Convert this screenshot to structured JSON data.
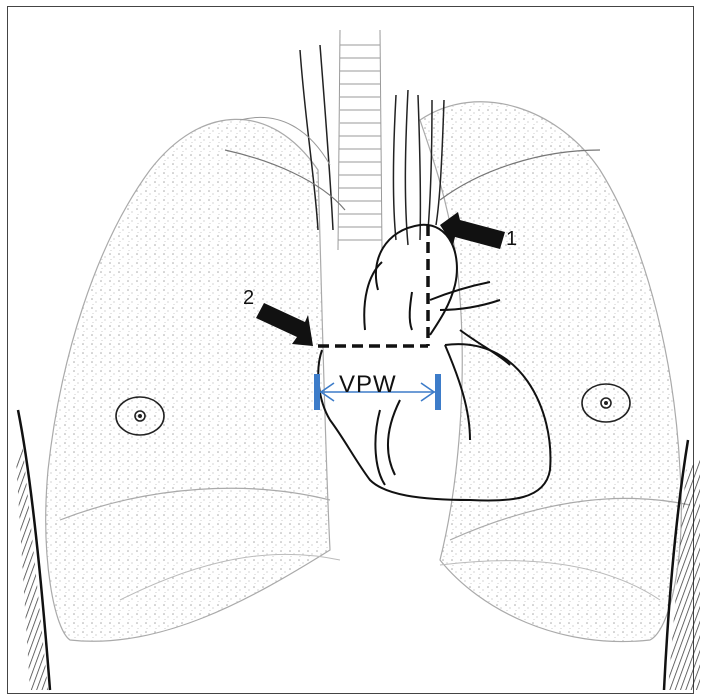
{
  "figure": {
    "labels": {
      "arrow_1": "1",
      "arrow_2": "2",
      "vpw": "VPW"
    },
    "colors": {
      "line": "#111111",
      "lung_stipple": "#9a9a9a",
      "measure_bar": "#3d7cc9",
      "background": "#ffffff"
    }
  }
}
